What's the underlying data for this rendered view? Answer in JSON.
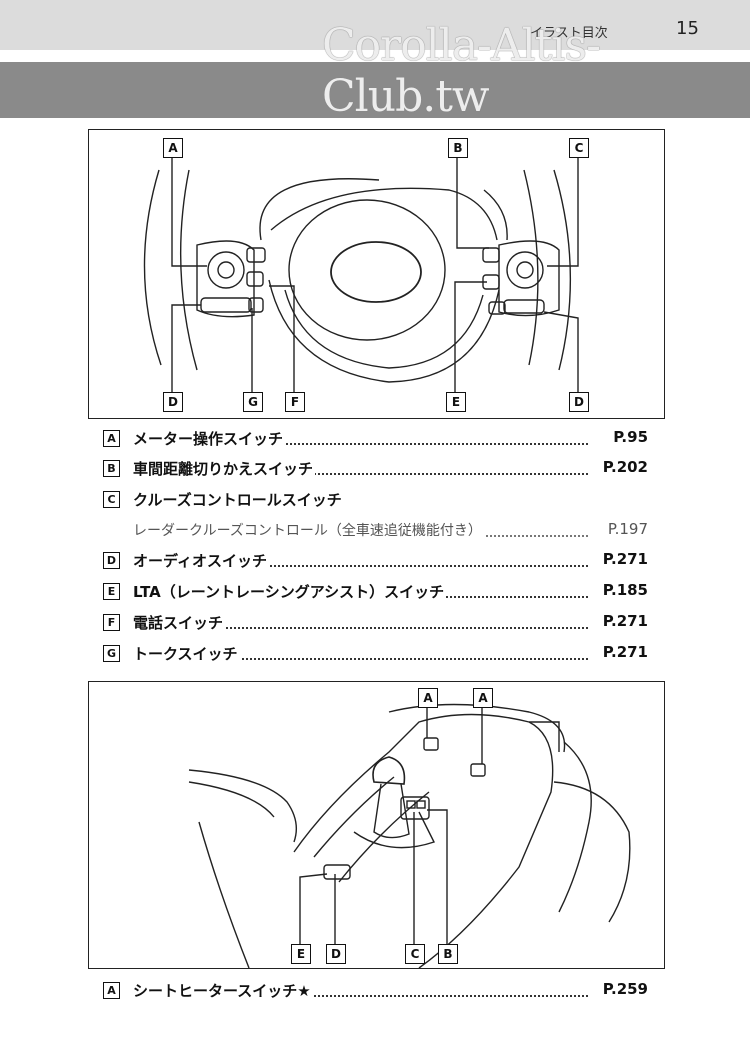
{
  "header": {
    "section": "イラスト目次",
    "page": "15",
    "watermark": "Corolla-Altis-Club.tw"
  },
  "figure1": {
    "labels": {
      "A": "A",
      "B": "B",
      "C": "C",
      "D": "D",
      "E": "E",
      "F": "F",
      "G": "G"
    }
  },
  "legend1": [
    {
      "key": "A",
      "text": "メーター操作スイッチ",
      "ref": "P.95"
    },
    {
      "key": "B",
      "text": "車間距離切りかえスイッチ",
      "ref": "P.202"
    },
    {
      "key": "C",
      "text": "クルーズコントロールスイッチ",
      "ref": ""
    },
    {
      "key": "",
      "text": "レーダークルーズコントロール（全車速追従機能付き）",
      "ref": "P.197"
    },
    {
      "key": "D",
      "text": "オーディオスイッチ",
      "ref": "P.271"
    },
    {
      "key": "E",
      "text": "LTA（レーントレーシングアシスト）スイッチ",
      "ref": "P.185"
    },
    {
      "key": "F",
      "text": "電話スイッチ",
      "ref": "P.271"
    },
    {
      "key": "G",
      "text": "トークスイッチ",
      "ref": "P.271"
    }
  ],
  "figure2": {
    "labels": {
      "A": "A",
      "B": "B",
      "C": "C",
      "D": "D",
      "E": "E"
    }
  },
  "legend2": [
    {
      "key": "A",
      "text": "シートヒータースイッチ★",
      "ref": "P.259"
    }
  ]
}
